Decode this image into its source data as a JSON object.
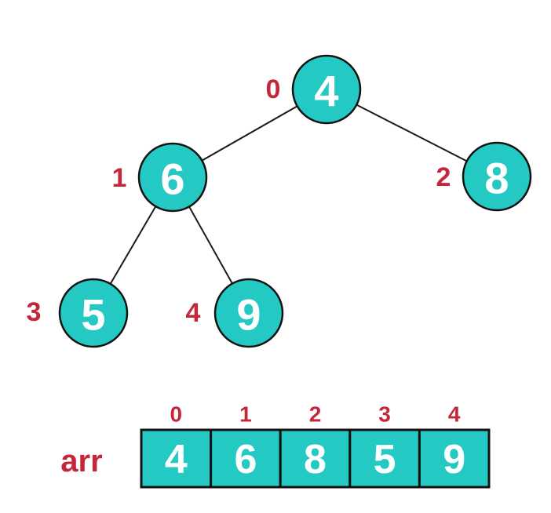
{
  "colors": {
    "node_fill": "#24c9c4",
    "node_stroke": "#111111",
    "edge_stroke": "#1a1a1a",
    "index_red": "#c3283a",
    "value_white": "#ffffff",
    "background": "#ffffff"
  },
  "tree": {
    "nodes": [
      {
        "index": "0",
        "value": "4"
      },
      {
        "index": "1",
        "value": "6"
      },
      {
        "index": "2",
        "value": "8"
      },
      {
        "index": "3",
        "value": "5"
      },
      {
        "index": "4",
        "value": "9"
      }
    ]
  },
  "array": {
    "label": "arr",
    "indices": [
      "0",
      "1",
      "2",
      "3",
      "4"
    ],
    "values": [
      "4",
      "6",
      "8",
      "5",
      "9"
    ]
  }
}
